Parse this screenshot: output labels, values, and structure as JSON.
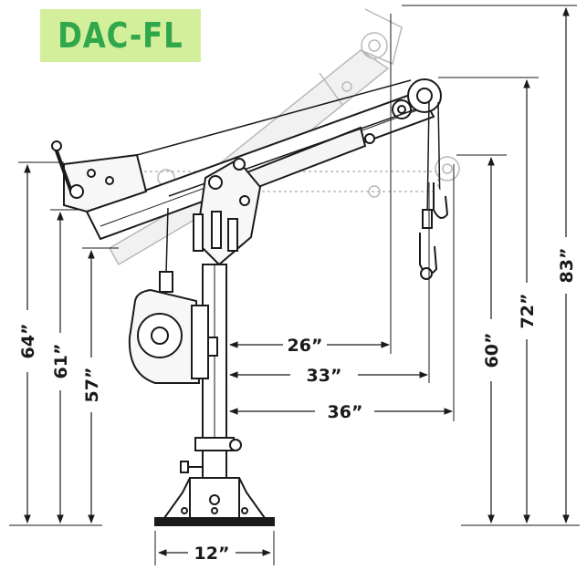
{
  "title": "DAC-FL",
  "colors": {
    "title_bg": "#d3ef9c",
    "title_text": "#2fa74a",
    "lines": "#1a1a1a",
    "ghost": "#b8b8b8"
  },
  "dimensions": {
    "reach_min": "26”",
    "reach_mid": "33”",
    "reach_max": "36”",
    "base_width": "12”",
    "height_left_1": "64”",
    "height_left_2": "61”",
    "height_left_3": "57”",
    "height_right_1": "60”",
    "height_right_2": "72”",
    "height_right_3": "83”"
  }
}
